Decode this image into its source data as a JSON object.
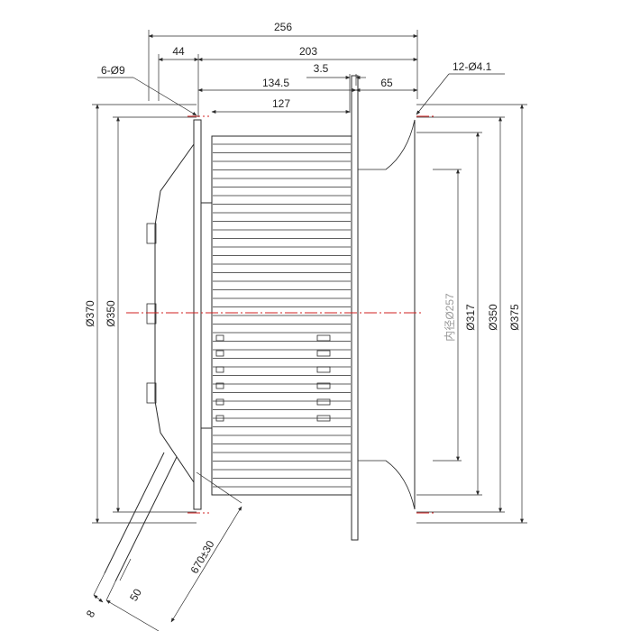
{
  "dimensions": {
    "overall_length": "256",
    "flange_offset": "44",
    "inlet_length": "203",
    "gap": "3.5",
    "outlet_depth": "65",
    "wheel_span": "134.5",
    "wheel_width": "127",
    "mount_holes_left": "6-Ø9",
    "mount_holes_right": "12-Ø4.1",
    "dia_370": "Ø370",
    "dia_350_left": "Ø350",
    "dia_257": "内径Ø257",
    "dia_317": "Ø317",
    "dia_350_right": "Ø350",
    "dia_375": "Ø375",
    "cable_length": "670±30",
    "cable_strip": "8",
    "cable_lead": "50"
  },
  "colors": {
    "line": "#2a2a2a",
    "centerline": "#d02020",
    "background": "#ffffff"
  }
}
